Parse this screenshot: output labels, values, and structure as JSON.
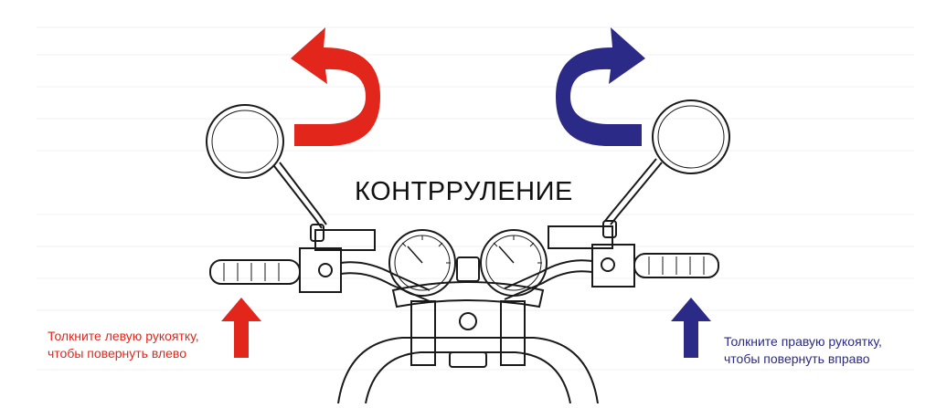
{
  "title": "КОНТРРУЛЕНИЕ",
  "left_instruction": {
    "line1": "Толкните левую рукоятку,",
    "line2": "чтобы повернуть влево"
  },
  "right_instruction": {
    "line1": "Толкните правую рукоятку,",
    "line2": "чтобы повернуть вправо"
  },
  "colors": {
    "left_accent": "#e3261b",
    "right_accent": "#2b2a86",
    "line_art": "#1a1a1a",
    "background": "#ffffff"
  },
  "icons": {
    "left_curved_arrow": "curved-arrow-left-icon",
    "right_curved_arrow": "curved-arrow-right-icon",
    "left_push_arrow": "arrow-up-icon",
    "right_push_arrow": "arrow-up-icon"
  }
}
